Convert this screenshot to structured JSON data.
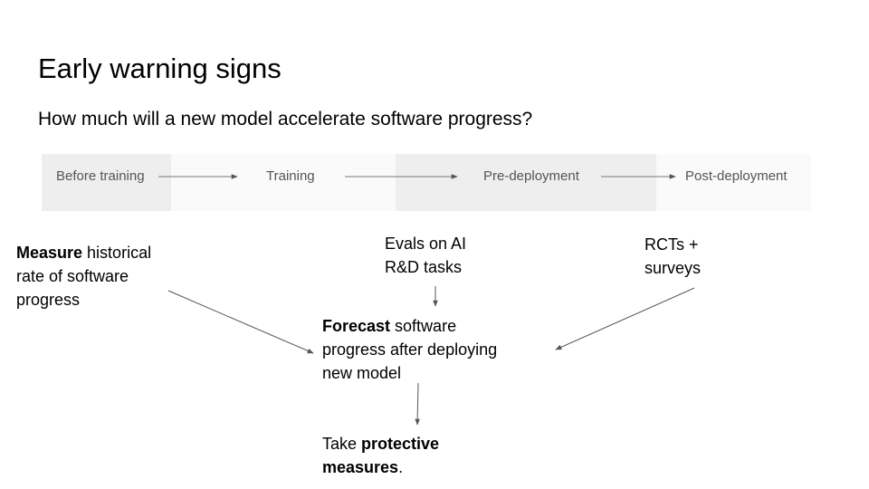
{
  "slide": {
    "title": "Early warning signs",
    "subtitle": "How much will a new model accelerate software progress?"
  },
  "timeline": {
    "stages": [
      "Before training",
      "Training",
      "Pre-deployment",
      "Post-deployment"
    ]
  },
  "nodes": {
    "measure": {
      "bold": "Measure",
      "rest_line1": " historical",
      "line2": "rate of software",
      "line3": "progress"
    },
    "evals": {
      "line1": "Evals on AI",
      "line2": "R&D tasks"
    },
    "rcts": {
      "line1": "RCTs +",
      "line2": "surveys"
    },
    "forecast": {
      "bold": "Forecast",
      "rest_line1": " software",
      "line2": "progress after deploying",
      "line3": "new model"
    },
    "protect": {
      "pre": "Take ",
      "bold1": "protective",
      "bold2": "measures",
      "post": "."
    }
  },
  "colors": {
    "arrow": "#555555",
    "stage_shade": "#eeeeee"
  }
}
